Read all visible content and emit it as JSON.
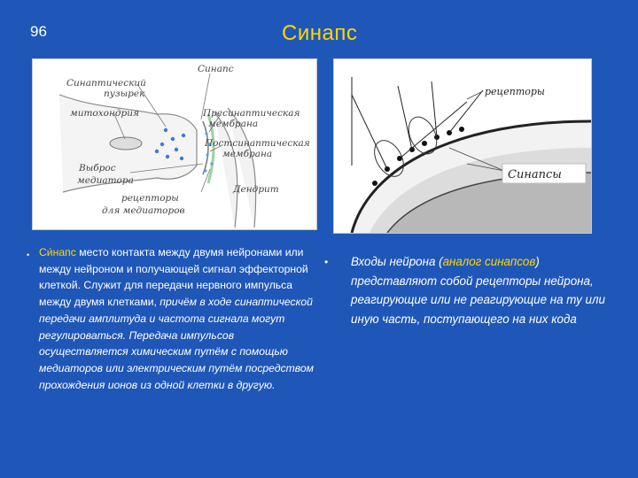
{
  "slide": {
    "page_number": "96",
    "title": "Синапс"
  },
  "figure_left": {
    "labels": {
      "synapse": "Синапс",
      "vesicle_line1": "Синаптический",
      "vesicle_line2": "пузырек",
      "mitochondria": "митохондрия",
      "presyn_line1": "Пресинаптическая",
      "presyn_line2": "мембрана",
      "postsyn_line1": "Постсинаптическая",
      "postsyn_line2": "мембрана",
      "release_line1": "Выброс",
      "release_line2": "медиатора",
      "receptors_line1": "рецепторы",
      "receptors_line2": "для медиаторов",
      "dendrite": "Дендрит"
    }
  },
  "figure_right": {
    "labels": {
      "receptors": "рецепторы",
      "synapses": "Синапсы"
    }
  },
  "left_text": {
    "term": "Си́напс",
    "part1": " место контакта между двумя нейронами или между нейроном и получающей сигнал эффекторной клеткой. Служит для передачи нервного импульса между двумя клетками, ",
    "part2": "причём в ходе синаптической передачи амплитуда и частота сигнала могут регулироваться. Передача импульсов осуществляется химическим путём с помощью медиаторов или электрическим путём посредством прохождения ионов из одной клетки в другую."
  },
  "right_text": {
    "part1": "Входы нейрона (",
    "highlight": "аналог синапсов",
    "part2": ") представляют собой рецепторы нейрона, реагирующие или не реагирующие на ту или иную часть, поступающего на них кода"
  }
}
